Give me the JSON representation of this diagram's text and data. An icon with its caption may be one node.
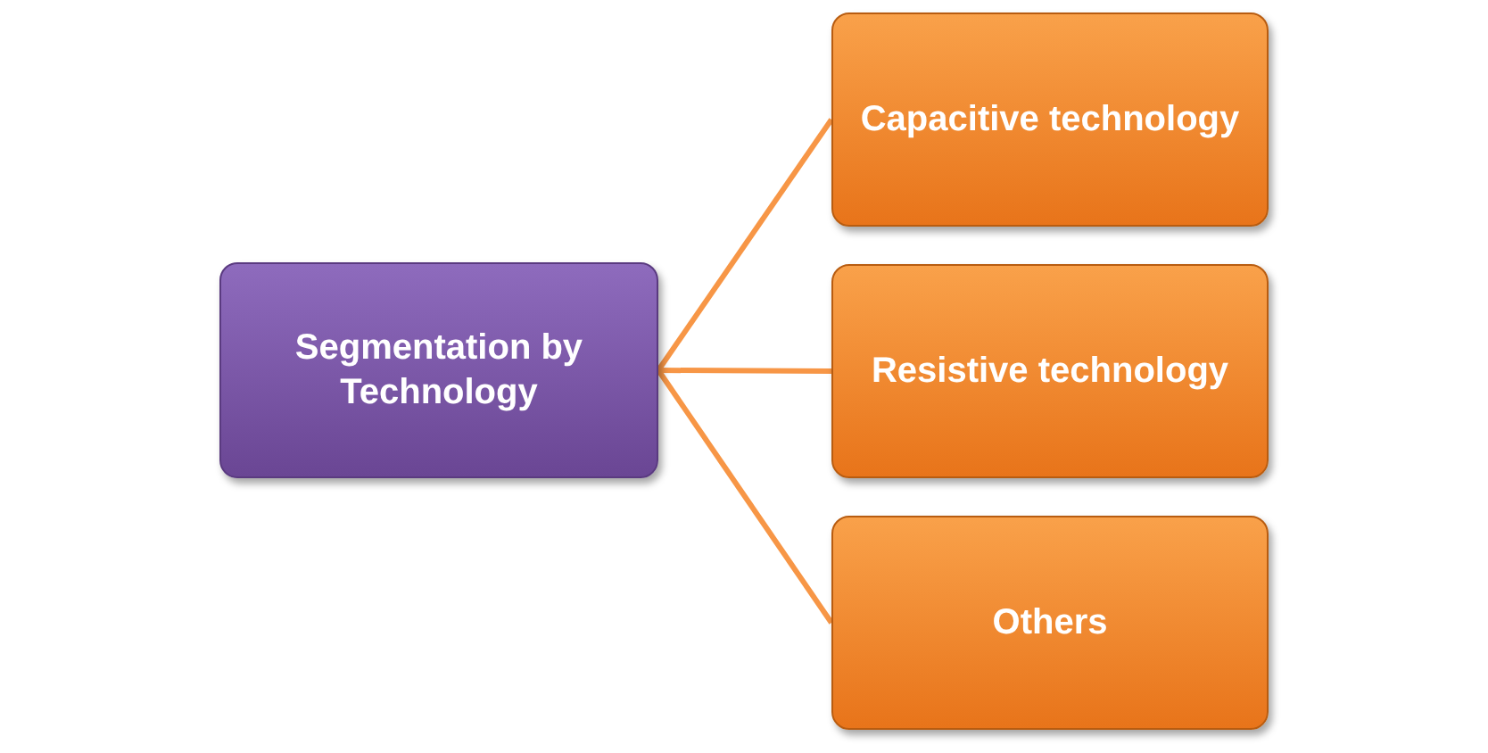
{
  "diagram": {
    "nodes": [
      {
        "text": [
          "Segmentation by Technology"
        ]
      },
      {
        "text": [
          "Capacitive technology"
        ]
      },
      {
        "text": [
          "Resistive technology"
        ]
      },
      {
        "text": [
          "Others"
        ]
      }
    ],
    "edges": [
      {
        "from": 0,
        "to": 1,
        "arrow": "none"
      },
      {
        "from": 0,
        "to": 2,
        "arrow": "none"
      },
      {
        "from": 0,
        "to": 3,
        "arrow": "none"
      }
    ]
  }
}
